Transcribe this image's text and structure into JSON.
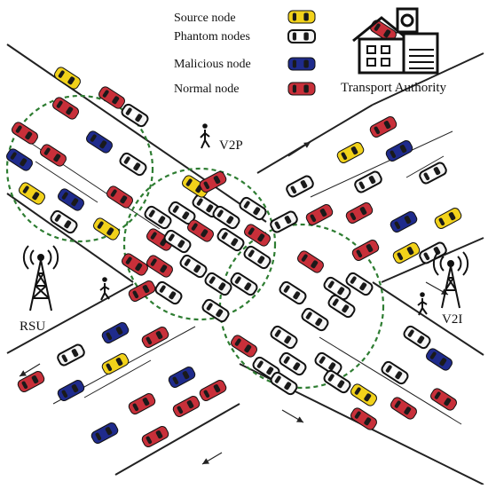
{
  "legend": {
    "items": [
      {
        "label": "Source node",
        "color": "#f2d21b"
      },
      {
        "label": "Phantom nodes",
        "color": "#3a3a3a"
      },
      {
        "label": "Malicious node",
        "color": "#1f2b8c"
      },
      {
        "label": "Normal node",
        "color": "#c8303a"
      }
    ]
  },
  "labels": {
    "transport_authority": "Transport Authority",
    "v2p": "V2P",
    "rsu": "RSU",
    "v2i": "V2I"
  },
  "icons": {
    "house": "house-icon",
    "tower": "radio-tower-icon",
    "pedestrian": "pedestrian-icon",
    "car": "car-icon"
  },
  "colors": {
    "road_line": "#222222",
    "cluster_ring": "#2e7d32",
    "phantom_body": "#f4f4f4"
  }
}
